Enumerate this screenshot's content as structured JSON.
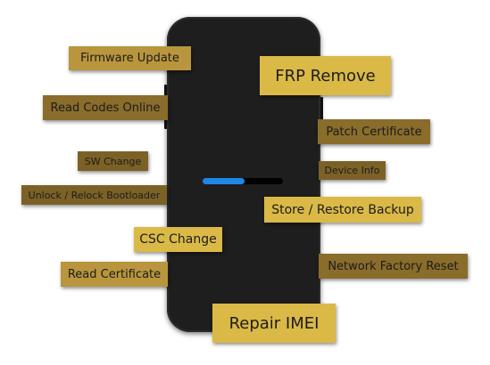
{
  "progress": {
    "fraction": 0.52,
    "fill_color": "#1f87e6",
    "track_color": "#000000"
  },
  "colors": {
    "tag_bright": "#dbb947",
    "tag_mid": "#b9963d",
    "tag_dark": "#8a6c2b",
    "phone_body": "#1e1e1e"
  },
  "tags": {
    "firmware_update": "Firmware Update",
    "frp_remove": "FRP Remove",
    "read_codes_online": "Read Codes Online",
    "patch_certificate": "Patch Certificate",
    "sw_change": "SW Change",
    "device_info": "Device Info",
    "unlock_relock_bootloader": "Unlock / Relock Bootloader",
    "store_restore_backup": "Store / Restore Backup",
    "csc_change": "CSC Change",
    "read_certificate": "Read Certificate",
    "network_factory_reset": "Network Factory Reset",
    "repair_imei": "Repair IMEI"
  }
}
